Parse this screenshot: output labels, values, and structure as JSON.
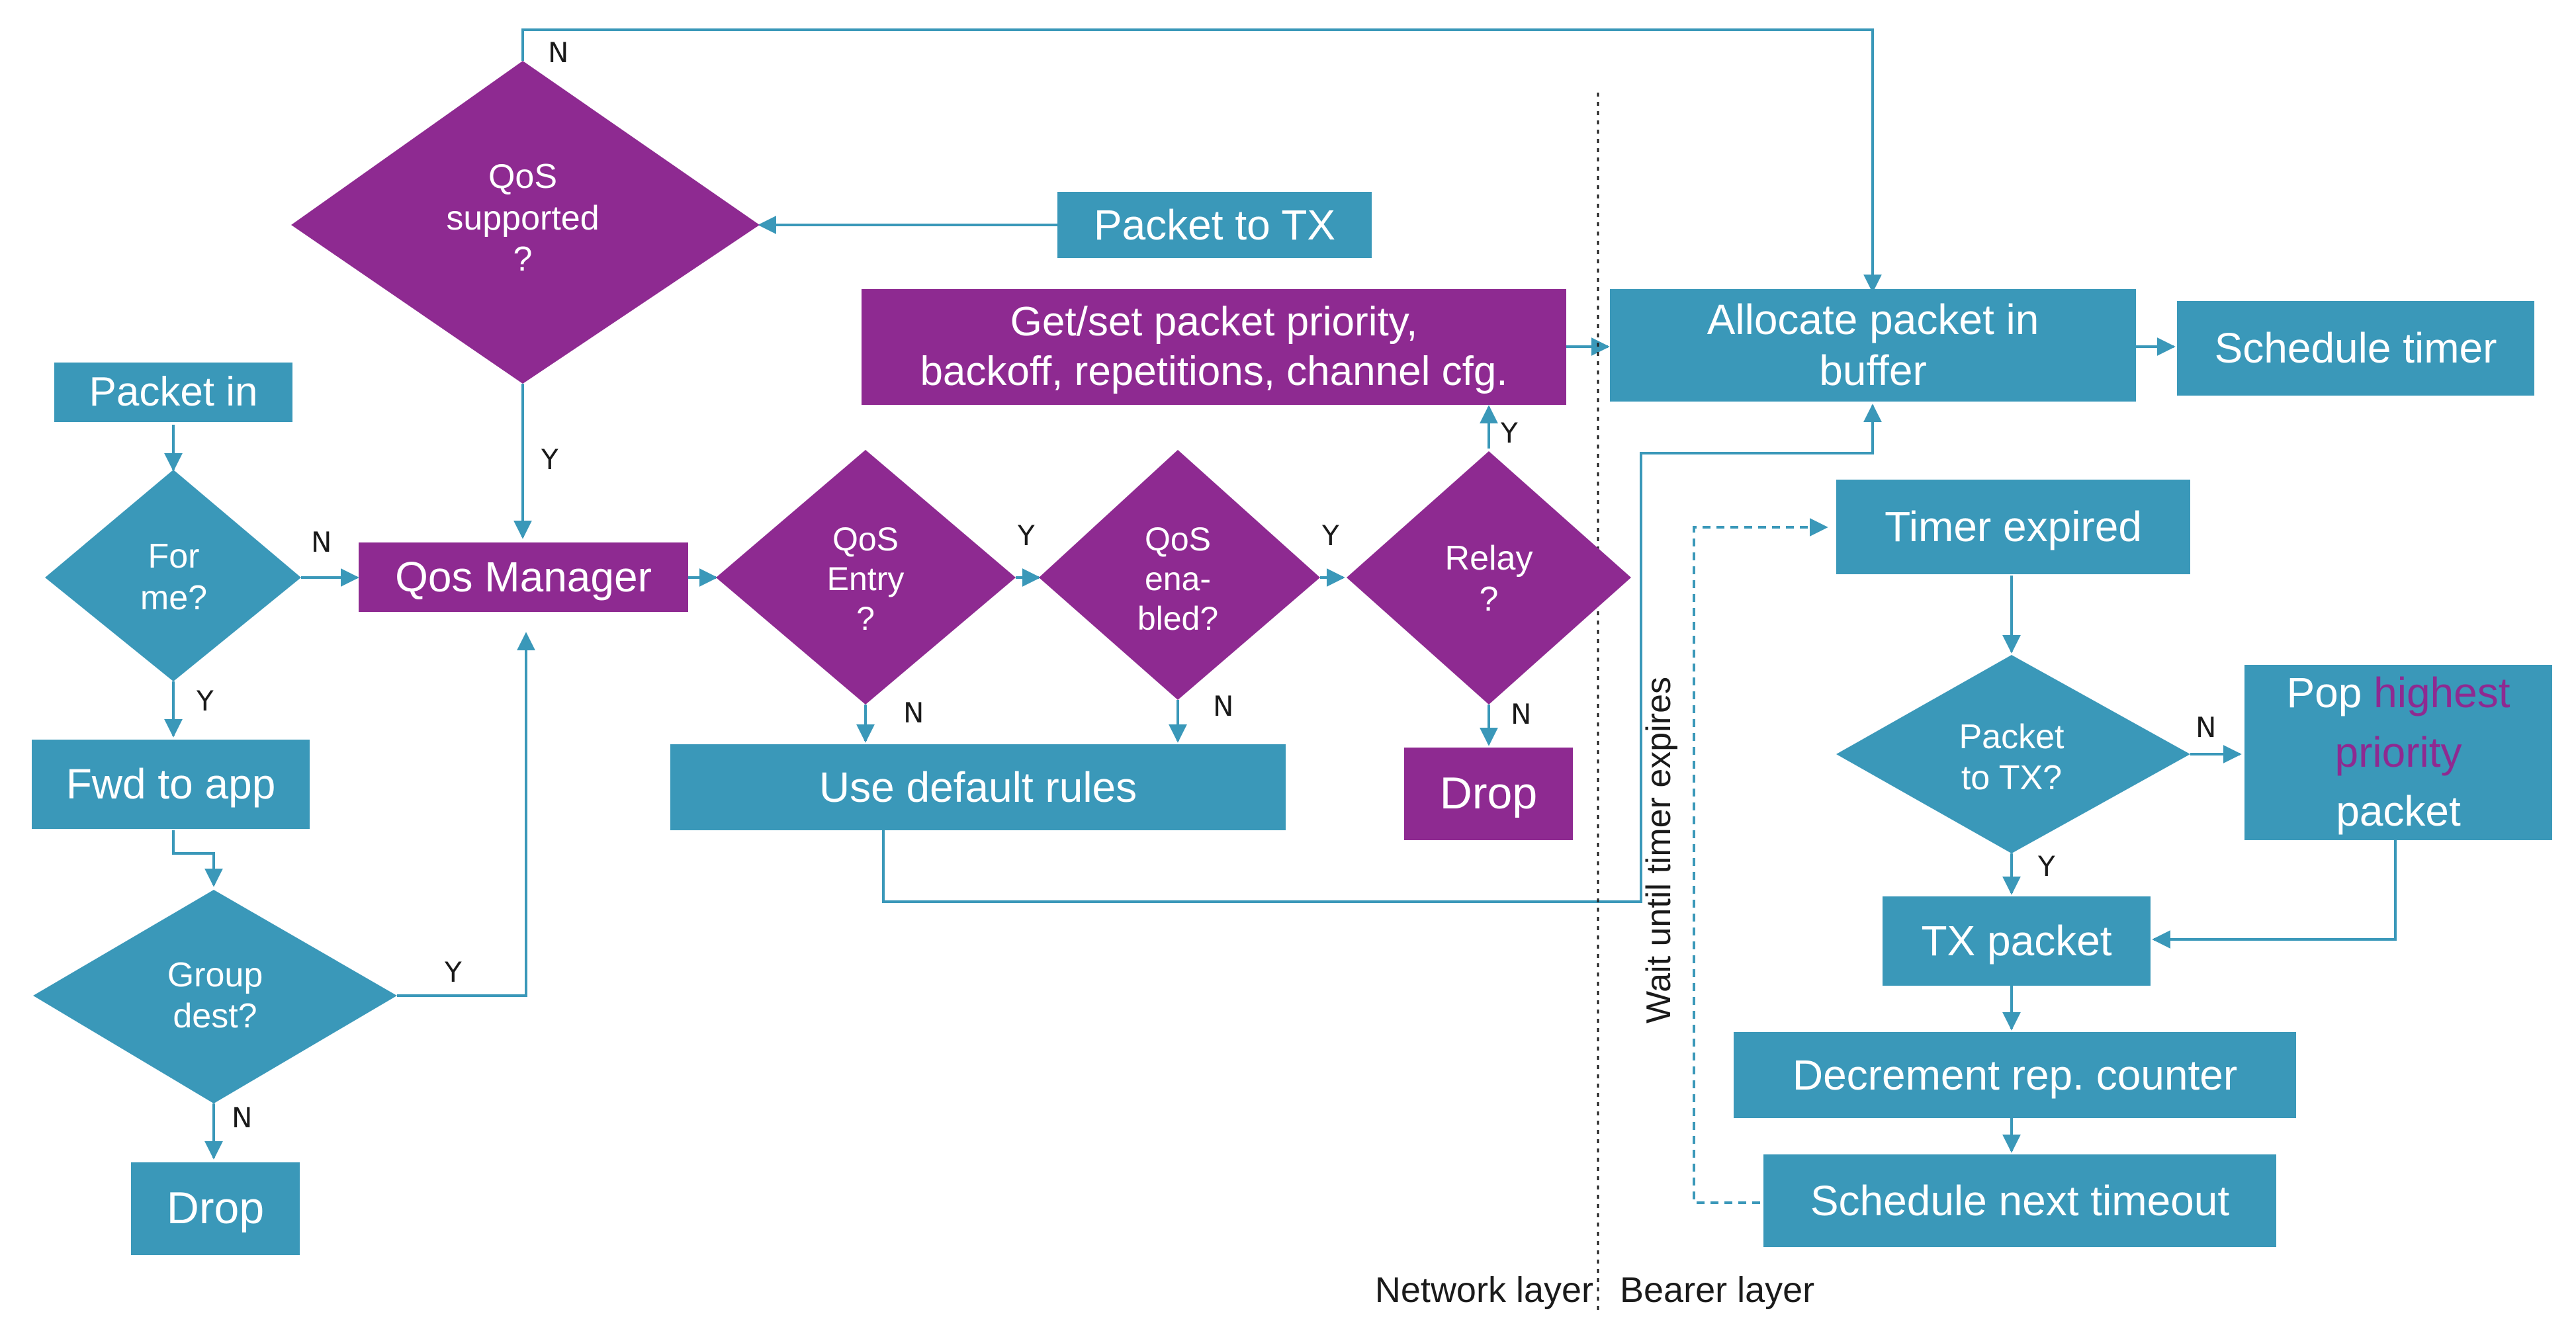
{
  "colors": {
    "teal": "#3a98b9",
    "purple": "#8e2a91",
    "line": "#3a98b9",
    "text_on_shape": "#ffffff",
    "divider": "#222222"
  },
  "nodes": {
    "packet_in": "Packet in",
    "for_me": "For\nme?",
    "fwd_to_app": "Fwd to app",
    "group_dest": "Group\ndest?",
    "drop_left": "Drop",
    "qos_supported": "QoS\nsupported\n?",
    "packet_to_tx_top": "Packet to TX",
    "qos_manager": "Qos Manager",
    "qos_entry": "QoS\nEntry\n?",
    "qos_enabled": "QoS\nena-\nbled?",
    "relay": "Relay\n?",
    "get_set": "Get/set packet priority,\nbackoff, repetitions, channel cfg.",
    "use_default": "Use default rules",
    "drop_mid": "Drop",
    "allocate": "Allocate packet in\nbuffer",
    "schedule_timer": "Schedule timer",
    "timer_expired": "Timer expired",
    "packet_to_tx_q": "Packet\nto TX?",
    "pop_pre": "Pop ",
    "pop_highlight_1": "highest",
    "pop_highlight_2": "priority",
    "pop_post": "packet",
    "tx_packet": "TX packet",
    "decrement": "Decrement rep. counter",
    "schedule_next": "Schedule next timeout"
  },
  "edge_labels": {
    "for_me_n": "N",
    "for_me_y": "Y",
    "group_y": "Y",
    "group_n": "N",
    "qos_supported_n": "N",
    "qos_supported_y": "Y",
    "entry_y": "Y",
    "entry_n": "N",
    "enabled_y": "Y",
    "enabled_n": "N",
    "relay_y": "Y",
    "relay_n": "N",
    "pkt_tx_n": "N",
    "pkt_tx_y": "Y"
  },
  "wait_label": "Wait until timer expires",
  "layers": {
    "network": "Network layer",
    "bearer": "Bearer layer"
  }
}
